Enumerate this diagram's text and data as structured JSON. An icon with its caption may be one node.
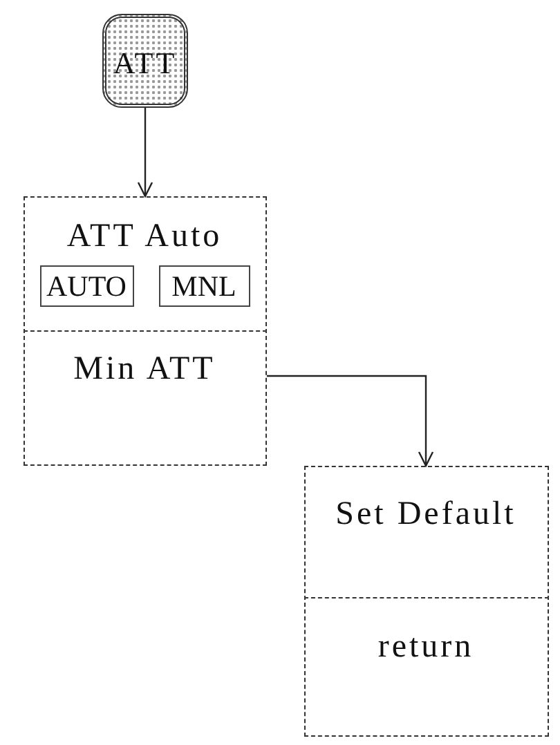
{
  "diagram": {
    "nodes": [
      {
        "text": [
          "ATT"
        ]
      },
      {
        "text": [],
        "shape": "box"
      },
      {
        "text": [
          "ATT Auto"
        ],
        "in": 1
      },
      {
        "text": [
          "AUTO"
        ],
        "in": 2
      },
      {
        "text": [
          "MNL"
        ],
        "in": 2
      },
      {
        "text": [
          "Min ATT"
        ],
        "in": 1
      },
      {
        "text": [],
        "shape": "box"
      },
      {
        "text": [
          "Set Default"
        ],
        "in": 6
      },
      {
        "text": [
          "return"
        ],
        "in": 6
      }
    ],
    "edges": [
      {
        "from": 0,
        "to": 1,
        "arrow": "to"
      },
      {
        "from": 5,
        "to": 6,
        "arrow": "to"
      }
    ]
  }
}
